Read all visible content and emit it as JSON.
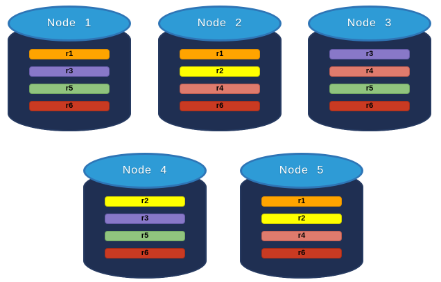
{
  "diagram_type": "replicated-database-nodes",
  "colors": {
    "cylinder_body": "#1F2F52",
    "cylinder_top_fill": "#2E9BD6",
    "cylinder_top_border": "#2E75B6",
    "title_text": "#FFFFFF",
    "bar_label_text": "#000000"
  },
  "nodes": [
    {
      "title": "Node 1",
      "replicas": [
        {
          "label": "r1",
          "color": "#FFA400",
          "border_color": "#DE8E00"
        },
        {
          "label": "r3",
          "color": "#8878C8",
          "border_color": "#665BA8"
        },
        {
          "label": "r5",
          "color": "#90C47E",
          "border_color": "#6FA45F"
        },
        {
          "label": "r6",
          "color": "#C93A22",
          "border_color": "#A32E1A"
        }
      ]
    },
    {
      "title": "Node 2",
      "replicas": [
        {
          "label": "r1",
          "color": "#FFA400",
          "border_color": "#DE8E00"
        },
        {
          "label": "r2",
          "color": "#FFFF00",
          "border_color": "#CFCF00"
        },
        {
          "label": "r4",
          "color": "#DF7B6D",
          "border_color": "#BE5C50"
        },
        {
          "label": "r6",
          "color": "#C93A22",
          "border_color": "#A32E1A"
        }
      ]
    },
    {
      "title": "Node 3",
      "replicas": [
        {
          "label": "r3",
          "color": "#8878C8",
          "border_color": "#665BA8"
        },
        {
          "label": "r4",
          "color": "#DF7B6D",
          "border_color": "#BE5C50"
        },
        {
          "label": "r5",
          "color": "#90C47E",
          "border_color": "#6FA45F"
        },
        {
          "label": "r6",
          "color": "#C93A22",
          "border_color": "#A32E1A"
        }
      ]
    },
    {
      "title": "Node 4",
      "replicas": [
        {
          "label": "r2",
          "color": "#FFFF00",
          "border_color": "#CFCF00"
        },
        {
          "label": "r3",
          "color": "#8878C8",
          "border_color": "#665BA8"
        },
        {
          "label": "r5",
          "color": "#90C47E",
          "border_color": "#6FA45F"
        },
        {
          "label": "r6",
          "color": "#C93A22",
          "border_color": "#A32E1A"
        }
      ]
    },
    {
      "title": "Node 5",
      "replicas": [
        {
          "label": "r1",
          "color": "#FFA400",
          "border_color": "#DE8E00"
        },
        {
          "label": "r2",
          "color": "#FFFF00",
          "border_color": "#CFCF00"
        },
        {
          "label": "r4",
          "color": "#DF7B6D",
          "border_color": "#BE5C50"
        },
        {
          "label": "r6",
          "color": "#C93A22",
          "border_color": "#A32E1A"
        }
      ]
    }
  ]
}
